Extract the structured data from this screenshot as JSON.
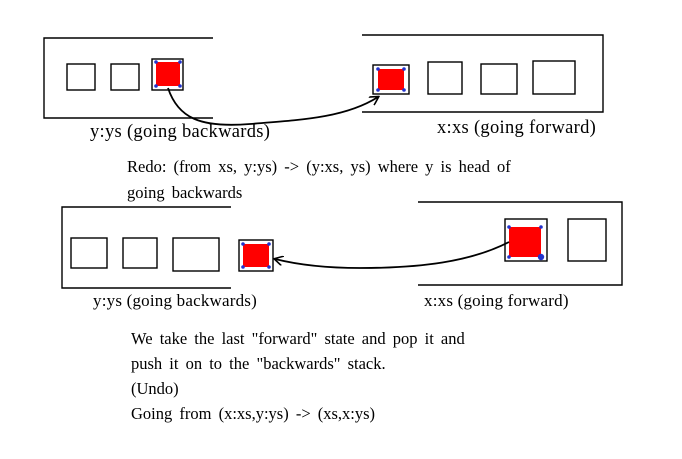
{
  "diagram": {
    "top": {
      "backward_label": "y:ys (going backwards)",
      "forward_label": "x:xs (going forward)",
      "note_lines": [
        "Redo: (from xs, y:ys) -> (y:xs, ys) where y is head of",
        "going backwards"
      ]
    },
    "bottom": {
      "backward_label": "y:ys (going backwards)",
      "forward_label": "x:xs (going forward)",
      "note_lines": [
        "We take the last \"forward\" state and pop it and",
        "push it on to the \"backwards\" stack.",
        "(Undo)",
        "Going from (x:xs,y:ys) -> (xs,x:ys)"
      ]
    },
    "colors": {
      "ink": "#000000",
      "highlight": "#ff0000",
      "handle": "#2233cc"
    }
  }
}
